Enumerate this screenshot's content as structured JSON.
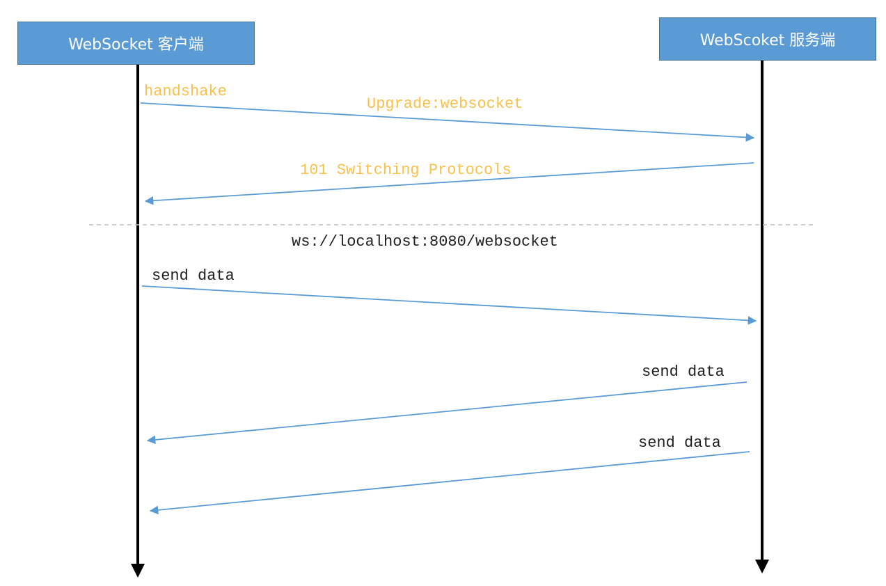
{
  "actors": {
    "client": "WebSocket 客户端",
    "server": "WebScoket 服务端"
  },
  "messages": [
    {
      "label": "handshake"
    },
    {
      "label": "Upgrade:websocket"
    },
    {
      "label": "101 Switching Protocols"
    },
    {
      "label": "send data"
    },
    {
      "label": "send data"
    },
    {
      "label": "send data"
    }
  ],
  "divider": {
    "label": "ws://localhost:8080/websocket"
  },
  "colors": {
    "actor_fill": "#5b9bd5",
    "arrow": "#5b9bd5",
    "handshake_text": "#f9c04a",
    "data_text": "#1f1f1f",
    "lifeline": "#000000",
    "divider": "#bfbfbf"
  }
}
